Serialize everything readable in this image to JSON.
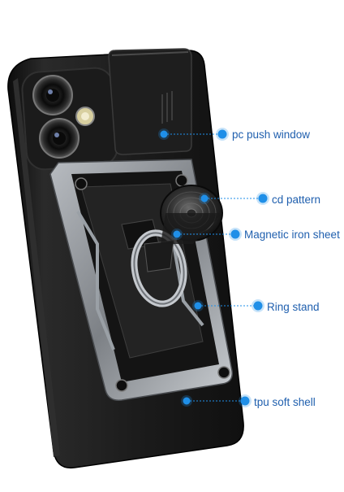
{
  "colors": {
    "accent": "#1f8fe8",
    "label_text": "#1f5fae",
    "case_black": "#161616",
    "metal_gray": "#8a8e93"
  },
  "callouts": [
    {
      "key": "pc_push_window",
      "text": "pc push window"
    },
    {
      "key": "cd_pattern",
      "text": "cd pattern"
    },
    {
      "key": "magnetic_iron_sheet",
      "text": "Magnetic iron sheet"
    },
    {
      "key": "ring_stand",
      "text": "Ring stand"
    },
    {
      "key": "tpu_soft_shell",
      "text": "tpu soft shell"
    }
  ]
}
